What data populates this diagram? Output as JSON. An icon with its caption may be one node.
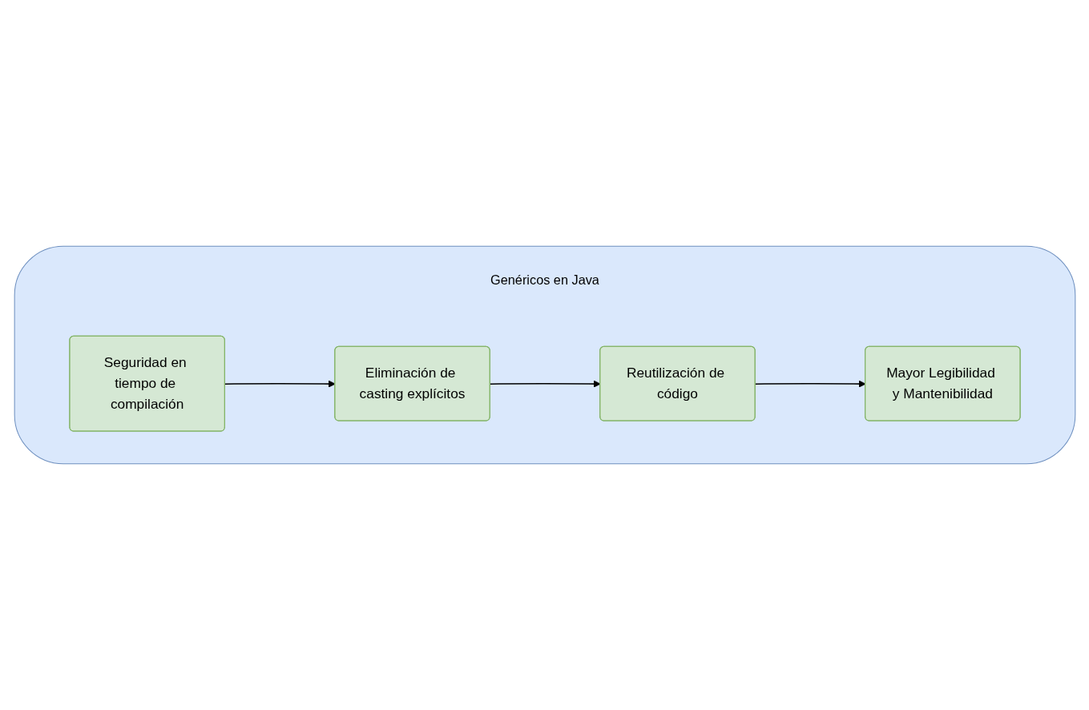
{
  "diagram": {
    "nodes": [
      {
        "text": [
          "Genéricos en Java"
        ]
      },
      {
        "text": [
          "Seguridad en tiempo de compilación"
        ],
        "in": 0
      },
      {
        "text": [
          "Eliminación de casting explícitos"
        ],
        "in": 0
      },
      {
        "text": [
          "Reutilización de código"
        ],
        "in": 0
      },
      {
        "text": [
          "Mayor Legibilidad y Mantenibilidad"
        ],
        "in": 0
      }
    ],
    "edges": [
      {
        "from": 1,
        "to": 2,
        "arrow": "to"
      },
      {
        "from": 2,
        "to": 3,
        "arrow": "to"
      },
      {
        "from": 3,
        "to": 4,
        "arrow": "to"
      }
    ]
  }
}
